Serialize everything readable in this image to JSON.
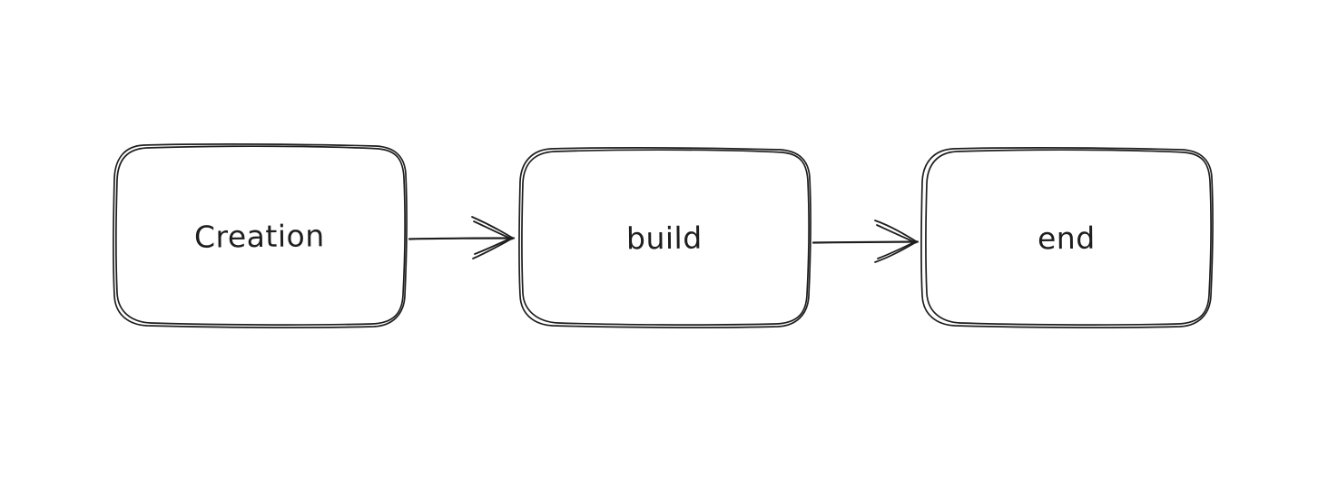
{
  "canvas": {
    "background_color": "#ffffff",
    "stroke_color": "#1e1e1e"
  },
  "diagram": {
    "type": "flowchart",
    "direction": "left-to-right",
    "nodes": [
      {
        "id": "creation",
        "label": "Creation",
        "shape": "rounded-rectangle"
      },
      {
        "id": "build",
        "label": "build",
        "shape": "rounded-rectangle"
      },
      {
        "id": "end",
        "label": "end",
        "shape": "rounded-rectangle"
      }
    ],
    "edges": [
      {
        "from": "creation",
        "to": "build",
        "style": "arrow"
      },
      {
        "from": "build",
        "to": "end",
        "style": "arrow"
      }
    ]
  }
}
